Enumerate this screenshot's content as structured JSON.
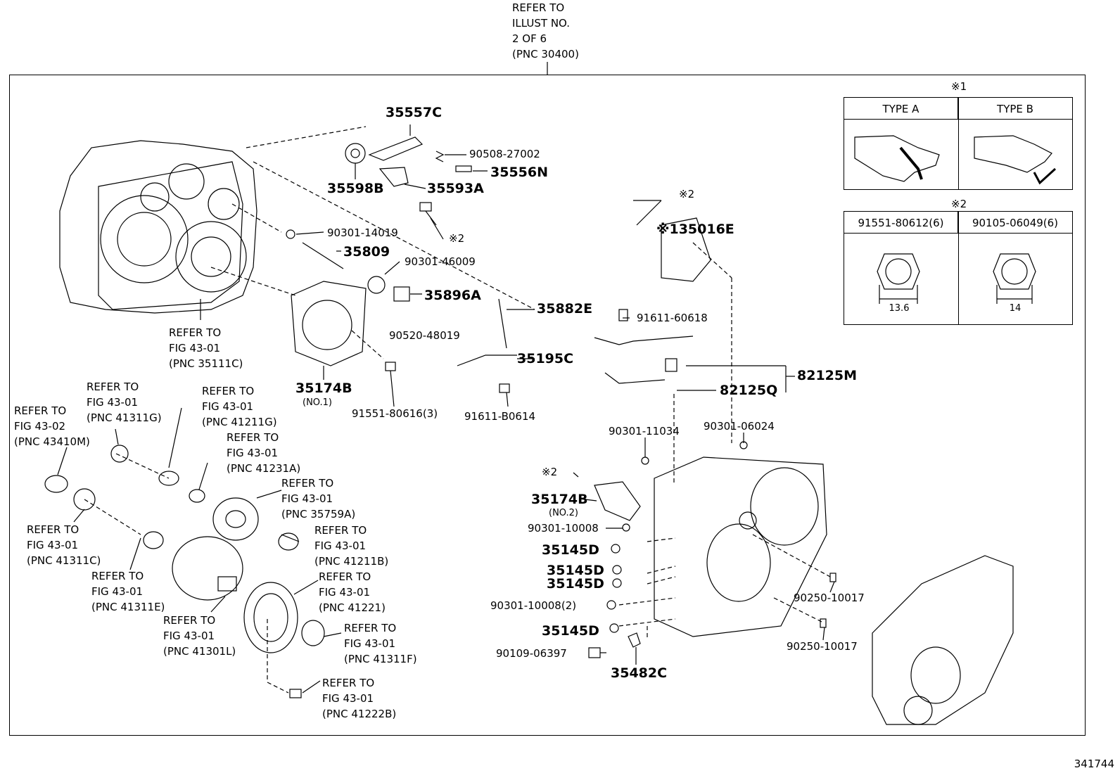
{
  "header": {
    "refer_lines": [
      "REFER TO",
      "ILLUST NO.",
      "2 OF 6",
      "(PNC 30400)"
    ]
  },
  "figure_number": "341744",
  "type_box": {
    "marker": "※1",
    "col_a": "TYPE A",
    "col_b": "TYPE B"
  },
  "bolt_box": {
    "marker": "※2",
    "col_a": "91551-80612(6)",
    "col_b": "90105-06049(6)",
    "dim_a": "13.6",
    "dim_b": "14"
  },
  "parts": {
    "p35557C": "35557C",
    "p90508": "90508-27002",
    "p35556N": "35556N",
    "p35598B": "35598B",
    "p35593A": "35593A",
    "mark2a": "※2",
    "p90301_14019": "90301-14019",
    "p35809": "35809",
    "p90301_46009": "90301-46009",
    "p35896A": "35896A",
    "p90520": "90520-48019",
    "p35882E": "35882E",
    "p35195C": "35195C",
    "p35174B": "35174B",
    "no1": "(NO.1)",
    "p91551_80616": "91551-80616(3)",
    "p91611_B0614": "91611-B0614",
    "mark2b": "※2",
    "p35016E": "※135016E",
    "p91611_60618": "91611-60618",
    "p82125M": "82125M",
    "p82125Q": "82125Q",
    "p90301_11034": "90301-11034",
    "p90301_06024": "90301-06024",
    "mark2c": "※2",
    "p35174B2": "35174B",
    "no2": "(NO.2)",
    "p90301_10008": "90301-10008",
    "p35145D_1": "35145D",
    "p35145D_2": "35145D",
    "p35145D_3": "35145D",
    "p90301_10008_2": "90301-10008(2)",
    "p35145D_4": "35145D",
    "p90109": "90109-06397",
    "p35482C": "35482C",
    "p90250_1": "90250-10017",
    "p90250_2": "90250-10017"
  },
  "refs": {
    "r35111C": [
      "REFER TO",
      "FIG 43-01",
      "(PNC 35111C)"
    ],
    "r41311G": [
      "REFER TO",
      "FIG 43-01",
      "(PNC 41311G)"
    ],
    "r41211G": [
      "REFER TO",
      "FIG 43-01",
      "(PNC 41211G)"
    ],
    "r43410M": [
      "REFER TO",
      "FIG 43-02",
      "(PNC 43410M)"
    ],
    "r41231A": [
      "REFER TO",
      "FIG 43-01",
      "(PNC 41231A)"
    ],
    "r35759A": [
      "REFER TO",
      "FIG 43-01",
      "(PNC 35759A)"
    ],
    "r41311C": [
      "REFER TO",
      "FIG 43-01",
      "(PNC 41311C)"
    ],
    "r41211B": [
      "REFER TO",
      "FIG 43-01",
      "(PNC 41211B)"
    ],
    "r41311E": [
      "REFER TO",
      "FIG 43-01",
      "(PNC 41311E)"
    ],
    "r41221": [
      "REFER TO",
      "FIG 43-01",
      "(PNC 41221)"
    ],
    "r41301L": [
      "REFER TO",
      "FIG 43-01",
      "(PNC 41301L)"
    ],
    "r41311F": [
      "REFER TO",
      "FIG 43-01",
      "(PNC 41311F)"
    ],
    "r41222B": [
      "REFER TO",
      "FIG 43-01",
      "(PNC 41222B)"
    ]
  }
}
